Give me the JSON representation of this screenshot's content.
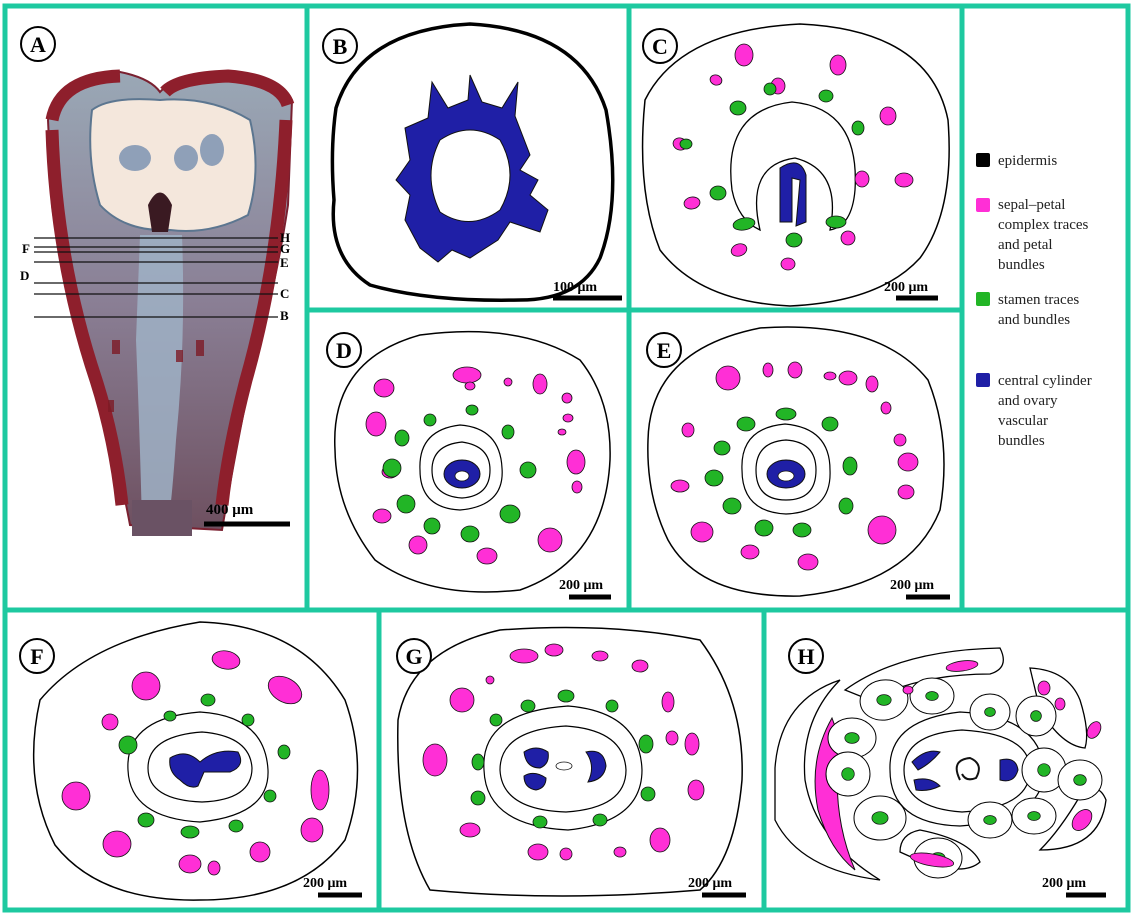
{
  "colors": {
    "frame": "#1ec9a0",
    "epidermis": "#000000",
    "sepal_petal": "#ff2fd6",
    "stamen": "#22b526",
    "central": "#1f1fa6"
  },
  "panels": {
    "A": {
      "letter": "A",
      "scale": "400  μm",
      "lines": [
        "H",
        "G",
        "F",
        "E",
        "D",
        "C",
        "B"
      ]
    },
    "B": {
      "letter": "B",
      "scale": "100  μm"
    },
    "C": {
      "letter": "C",
      "scale": "200  μm"
    },
    "D": {
      "letter": "D",
      "scale": "200  μm"
    },
    "E": {
      "letter": "E",
      "scale": "200  μm"
    },
    "F": {
      "letter": "F",
      "scale": "200  μm"
    },
    "G": {
      "letter": "G",
      "scale": "200  μm"
    },
    "H": {
      "letter": "H",
      "scale": "200  μm"
    }
  },
  "legend": {
    "items": [
      {
        "color": "#000000",
        "lines": [
          "epidermis"
        ]
      },
      {
        "color": "#ff2fd6",
        "lines": [
          "sepal–petal",
          "complex traces",
          "and petal",
          "bundles"
        ]
      },
      {
        "color": "#22b526",
        "lines": [
          "stamen traces",
          "and bundles"
        ]
      },
      {
        "color": "#1f1fa6",
        "lines": [
          "central cylinder",
          "and ovary",
          "vascular",
          "bundles"
        ]
      }
    ]
  }
}
